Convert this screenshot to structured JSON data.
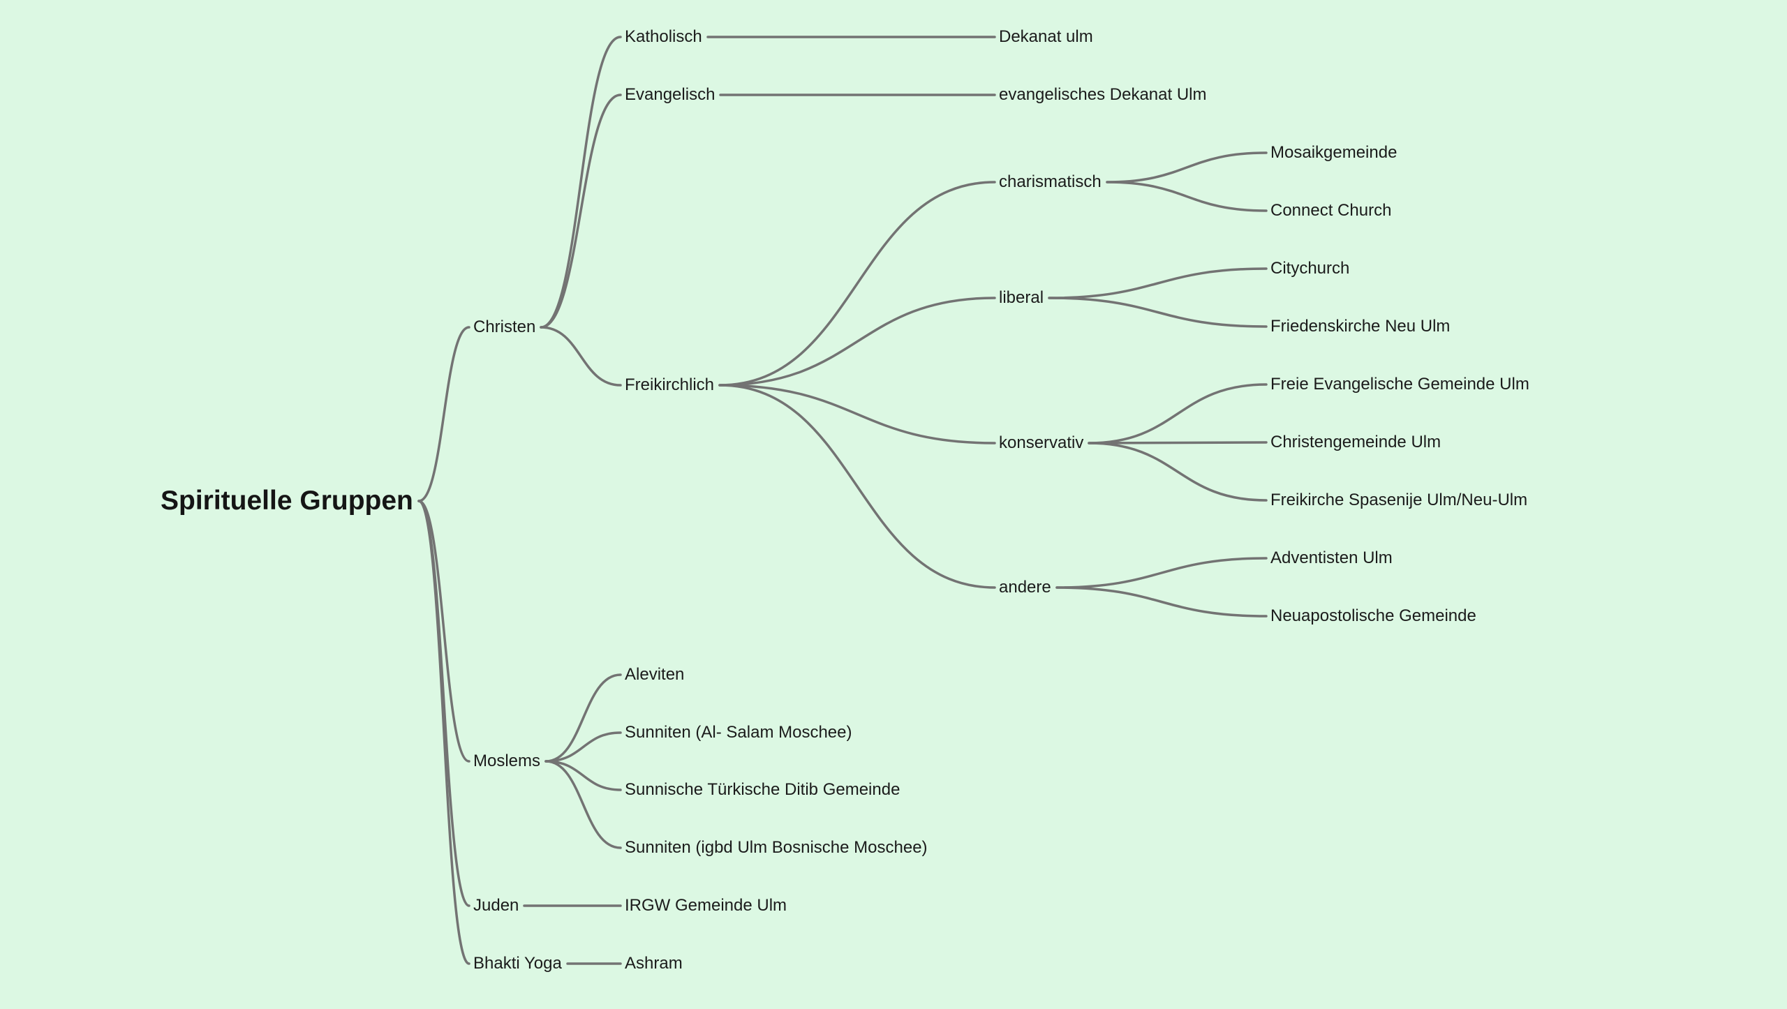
{
  "mindmap": {
    "nodes": [
      {
        "id": "root",
        "label": "Spirituelle Gruppen",
        "parent": null
      },
      {
        "id": "christen",
        "label": "Christen",
        "parent": "root"
      },
      {
        "id": "katholisch",
        "label": "Katholisch",
        "parent": "christen"
      },
      {
        "id": "dekanat-ulm",
        "label": "Dekanat ulm",
        "parent": "katholisch"
      },
      {
        "id": "evangelisch",
        "label": "Evangelisch",
        "parent": "christen"
      },
      {
        "id": "evangelisches-dekanat-ulm",
        "label": "evangelisches Dekanat Ulm",
        "parent": "evangelisch"
      },
      {
        "id": "freikirchlich",
        "label": "Freikirchlich",
        "parent": "christen"
      },
      {
        "id": "charismatisch",
        "label": "charismatisch",
        "parent": "freikirchlich"
      },
      {
        "id": "mosaikgemeinde",
        "label": "Mosaikgemeinde",
        "parent": "charismatisch"
      },
      {
        "id": "connect-church",
        "label": "Connect Church",
        "parent": "charismatisch"
      },
      {
        "id": "liberal",
        "label": "liberal",
        "parent": "freikirchlich"
      },
      {
        "id": "citychurch",
        "label": "Citychurch",
        "parent": "liberal"
      },
      {
        "id": "friedenskirche-neu-ulm",
        "label": "Friedenskirche Neu Ulm",
        "parent": "liberal"
      },
      {
        "id": "konservativ",
        "label": "konservativ",
        "parent": "freikirchlich"
      },
      {
        "id": "freie-evangelische-gemeinde-ulm",
        "label": "Freie Evangelische Gemeinde Ulm",
        "parent": "konservativ"
      },
      {
        "id": "christengemeinde-ulm",
        "label": "Christengemeinde Ulm",
        "parent": "konservativ"
      },
      {
        "id": "freikirche-spasenije",
        "label": "Freikirche Spasenije Ulm/Neu-Ulm",
        "parent": "konservativ"
      },
      {
        "id": "andere",
        "label": "andere",
        "parent": "freikirchlich"
      },
      {
        "id": "adventisten-ulm",
        "label": "Adventisten Ulm",
        "parent": "andere"
      },
      {
        "id": "neuapostolische-gemeinde",
        "label": "Neuapostolische Gemeinde",
        "parent": "andere"
      },
      {
        "id": "moslems",
        "label": "Moslems",
        "parent": "root"
      },
      {
        "id": "aleviten",
        "label": "Aleviten",
        "parent": "moslems"
      },
      {
        "id": "sunniten-al-salam",
        "label": "Sunniten (Al- Salam Moschee)",
        "parent": "moslems"
      },
      {
        "id": "sunnische-tuerkische-ditib",
        "label": "Sunnische Türkische Ditib Gemeinde",
        "parent": "moslems"
      },
      {
        "id": "sunniten-igbd",
        "label": "Sunniten  (igbd Ulm Bosnische Moschee)",
        "parent": "moslems"
      },
      {
        "id": "juden",
        "label": "Juden",
        "parent": "root"
      },
      {
        "id": "irgw-gemeinde-ulm",
        "label": "IRGW Gemeinde Ulm",
        "parent": "juden"
      },
      {
        "id": "bhakti-yoga",
        "label": "Bhakti Yoga",
        "parent": "root"
      },
      {
        "id": "ashram",
        "label": "Ashram",
        "parent": "bhakti-yoga"
      }
    ]
  },
  "colors": {
    "background": "#dcf8e3",
    "edge": "#737373",
    "text": "#1b1b1b"
  }
}
